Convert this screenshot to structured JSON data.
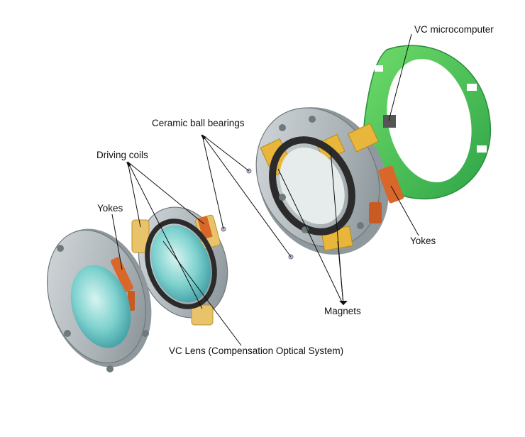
{
  "labels": {
    "vc_microcomputer": "VC microcomputer",
    "ceramic_ball_bearings": "Ceramic ball bearings",
    "driving_coils": "Driving coils",
    "yokes_left": "Yokes",
    "yokes_right": "Yokes",
    "magnets": "Magnets",
    "vc_lens": "VC Lens (Compensation Optical System)"
  },
  "colors": {
    "background": "#ffffff",
    "metal": "#b8c0c3",
    "metal_dark": "#7f898d",
    "lens": "#7fd2cf",
    "coil": "#e9c36a",
    "magnet_yellow": "#e8b63a",
    "yoke_orange": "#d9672a",
    "pcb_green": "#3fbf4e",
    "ring_black": "#2b2b2b",
    "line": "#111111"
  },
  "icons": [
    "ball-bearing-icon"
  ]
}
